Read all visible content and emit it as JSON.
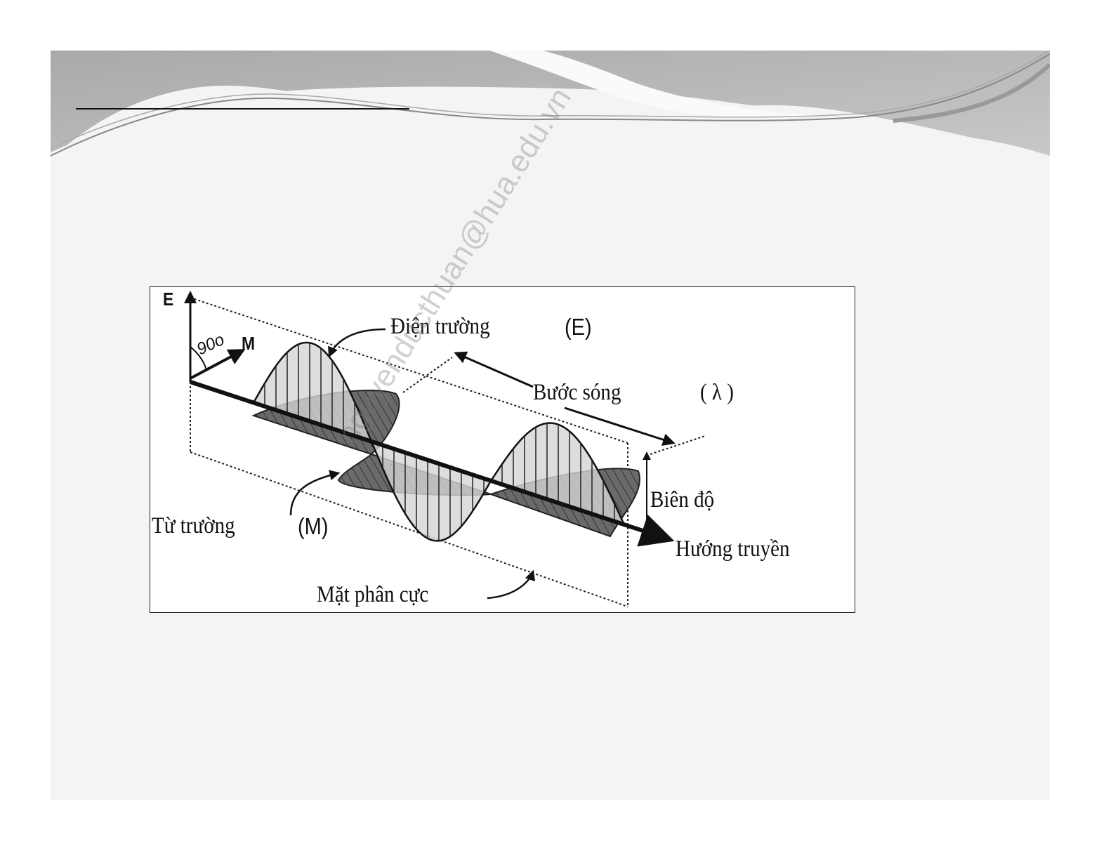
{
  "slide": {
    "title": "",
    "figure": {
      "labels": {
        "e_axis": "E",
        "angle": "90o",
        "m_axis": "M",
        "electric_field": "Điện trường",
        "electric_field_symbol": "(E)",
        "wavelength": "Bước sóng",
        "wavelength_symbol": "( λ )",
        "amplitude": "Biên độ",
        "magnetic_field": "Từ trường",
        "magnetic_field_symbol": "(M)",
        "direction": "Hướng truyền",
        "polarization_plane": "Mặt phân cực"
      }
    },
    "watermark": "nguyenducthuan@hua.edu.vn"
  },
  "colors": {
    "header_gray": "#b4b4b4",
    "slide_bg": "#f4f4f4",
    "lobe": "#6a6a6a"
  }
}
